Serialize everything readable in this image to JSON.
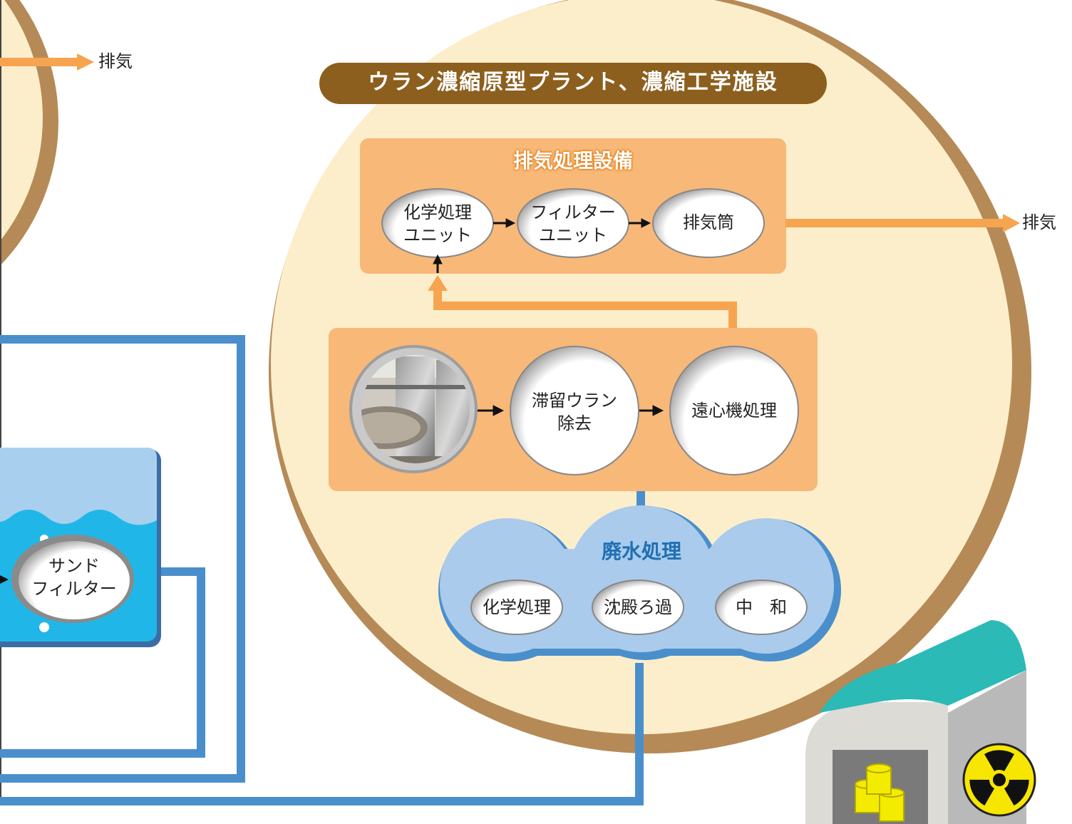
{
  "facility_title": "ウラン濃縮原型プラント、濃縮工学施設",
  "exhaust_section": {
    "title": "排気処理設備",
    "nodes": [
      "化学処理\nユニット",
      "フィルター\nユニット",
      "排気筒"
    ]
  },
  "process_section": {
    "nodes": [
      "滞留ウラン\n除去",
      "遠心機処理"
    ]
  },
  "wastewater_section": {
    "title": "廃水処理",
    "nodes": [
      "化学処理",
      "沈殿ろ過",
      "中　和"
    ]
  },
  "exhaust_label_right": "排気",
  "exhaust_label_left": "排気",
  "sand_filter": "サンド\nフィルター",
  "colors": {
    "plant_circle": "#fdeecb",
    "circle_rim": "#b58a57",
    "title_bar": "#8c5f1e",
    "orange_box": "#f8b878",
    "orange_arrow": "#f7a450",
    "blue_pipe": "#4a8fcc",
    "cloud": "#aacbeb",
    "pool_water": "#21b6e8",
    "pool_top": "#a9cfee"
  }
}
